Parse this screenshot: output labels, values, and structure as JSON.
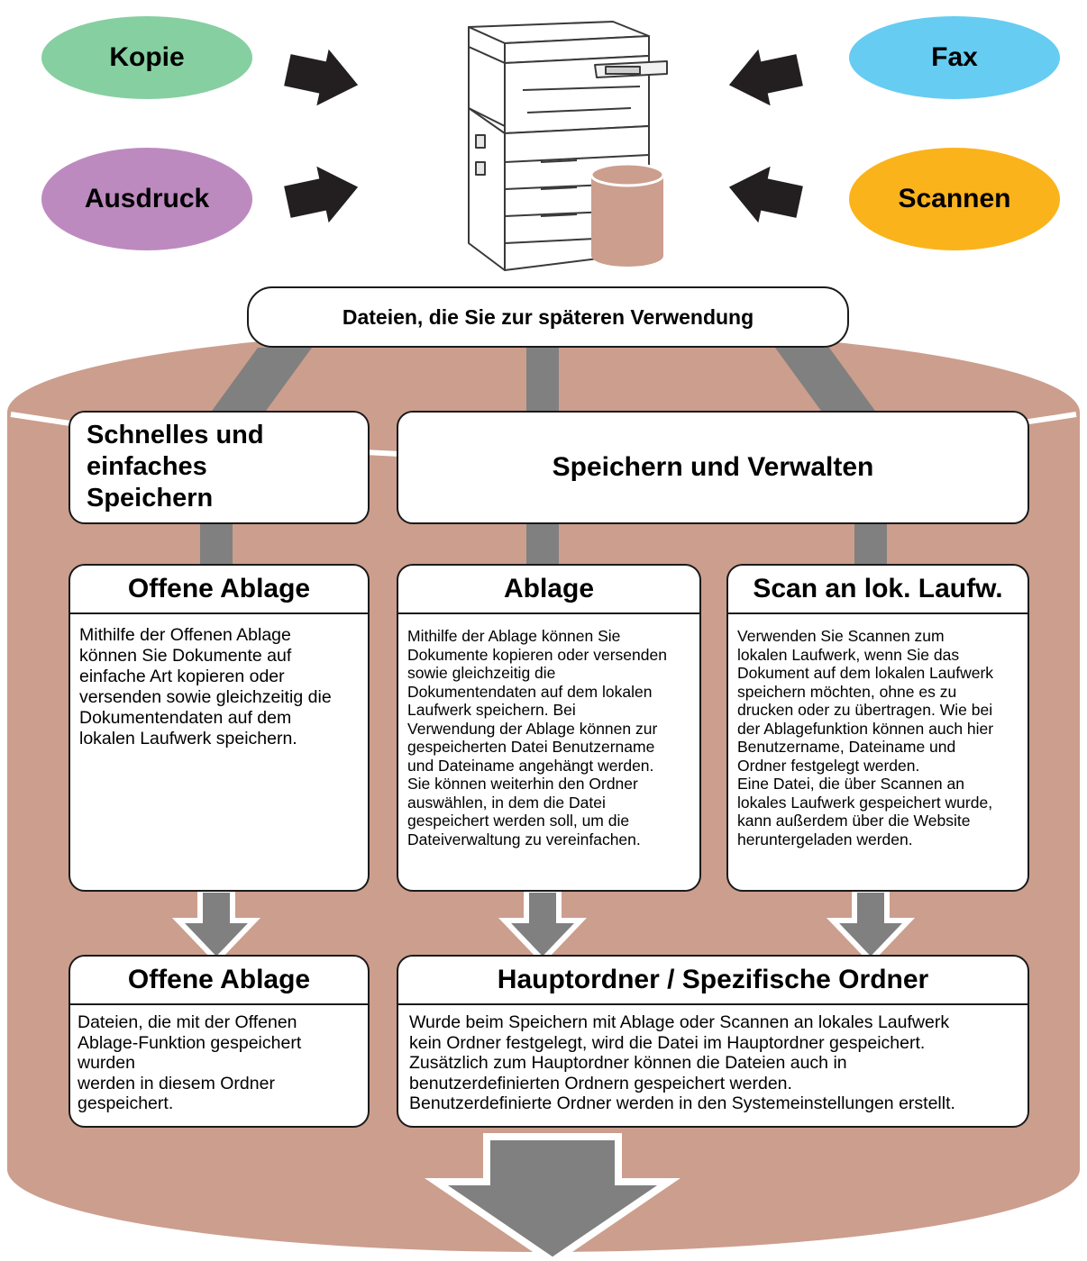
{
  "sources": {
    "copy": "Kopie",
    "print": "Ausdruck",
    "fax": "Fax",
    "scan": "Scannen"
  },
  "colors": {
    "copy": "#86cfa1",
    "print": "#bd8ac0",
    "fax": "#66ccf2",
    "scan": "#fbb31b",
    "storage": "#cc9e8d",
    "arrow": "#808080",
    "pointer": "#231f20"
  },
  "header": "Dateien, die Sie zur späteren Verwendung",
  "categories": {
    "quick": "Schnelles und\neinfaches\nSpeichern",
    "manage": "Speichern und Verwalten"
  },
  "functions": {
    "quick_file": {
      "title": "Offene Ablage",
      "text": "Mithilfe der Offenen Ablage\nkönnen Sie Dokumente auf\neinfache Art kopieren oder\nversenden sowie gleichzeitig die\nDokumentendaten auf dem\nlokalen Laufwerk speichern."
    },
    "file": {
      "title": "Ablage",
      "text": "Mithilfe der Ablage können Sie\nDokumente kopieren oder versenden\nsowie gleichzeitig die\nDokumentendaten auf dem lokalen\nLaufwerk speichern. Bei\nVerwendung der Ablage können zur\ngespeicherten Datei Benutzername\nund Dateiname angehängt werden.\nSie können weiterhin den Ordner\nauswählen, in dem die Datei\ngespeichert werden soll, um die\nDateiverwaltung zu vereinfachen."
    },
    "scan_local": {
      "title": "Scan an lok. Laufw.",
      "text": "Verwenden Sie Scannen zum\nlokalen Laufwerk, wenn Sie das\nDokument auf dem lokalen Laufwerk\nspeichern möchten, ohne es zu\ndrucken oder zu übertragen. Wie bei\nder Ablagefunktion können auch hier\nBenutzername, Dateiname und\nOrdner festgelegt werden.\nEine Datei, die über Scannen an\nlokales Laufwerk gespeichert wurde,\nkann außerdem über die Website\nheruntergeladen werden."
    }
  },
  "folders": {
    "quick_file_folder": {
      "title": "Offene Ablage",
      "text": "Dateien, die mit der Offenen\nAblage-Funktion gespeichert\nwurden\nwerden in diesem Ordner\ngespeichert."
    },
    "main_custom": {
      "title": "Hauptordner / Spezifische Ordner",
      "text": "Wurde beim Speichern mit Ablage oder Scannen an lokales Laufwerk\nkein Ordner festgelegt, wird die Datei im Hauptordner gespeichert.\nZusätzlich zum Hauptordner können die Dateien auch in\nbenutzerdefinierten Ordnern gespeichert werden.\nBenutzerdefinierte Ordner werden in den Systemeinstellungen erstellt."
    }
  }
}
